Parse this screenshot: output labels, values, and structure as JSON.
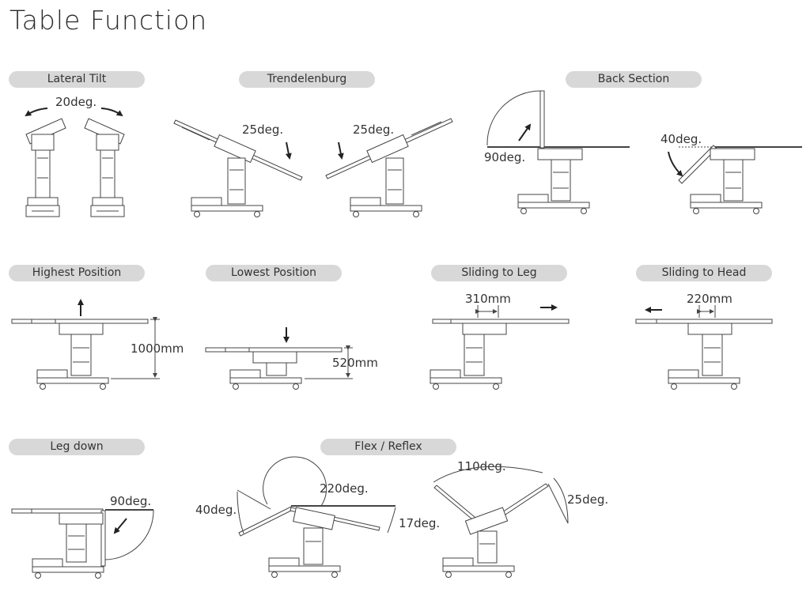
{
  "title": "Table Function",
  "sections": {
    "lateral_tilt": {
      "label": "Lateral Tilt",
      "angle": "20deg."
    },
    "trendelenburg": {
      "label": "Trendelenburg",
      "angle_left": "25deg.",
      "angle_right": "25deg."
    },
    "back_section": {
      "label": "Back Section",
      "angle_up": "90deg.",
      "angle_down": "40deg."
    },
    "highest_position": {
      "label": "Highest Position",
      "height": "1000mm"
    },
    "lowest_position": {
      "label": "Lowest Position",
      "height": "520mm"
    },
    "sliding_to_leg": {
      "label": "Sliding to Leg",
      "distance": "310mm"
    },
    "sliding_to_head": {
      "label": "Sliding to Head",
      "distance": "220mm"
    },
    "leg_down": {
      "label": "Leg down",
      "angle": "90deg."
    },
    "flex_reflex": {
      "label": "Flex / Reflex",
      "angle_40": "40deg.",
      "angle_220": "220deg.",
      "angle_17": "17deg.",
      "angle_110": "110deg.",
      "angle_25": "25deg."
    }
  }
}
